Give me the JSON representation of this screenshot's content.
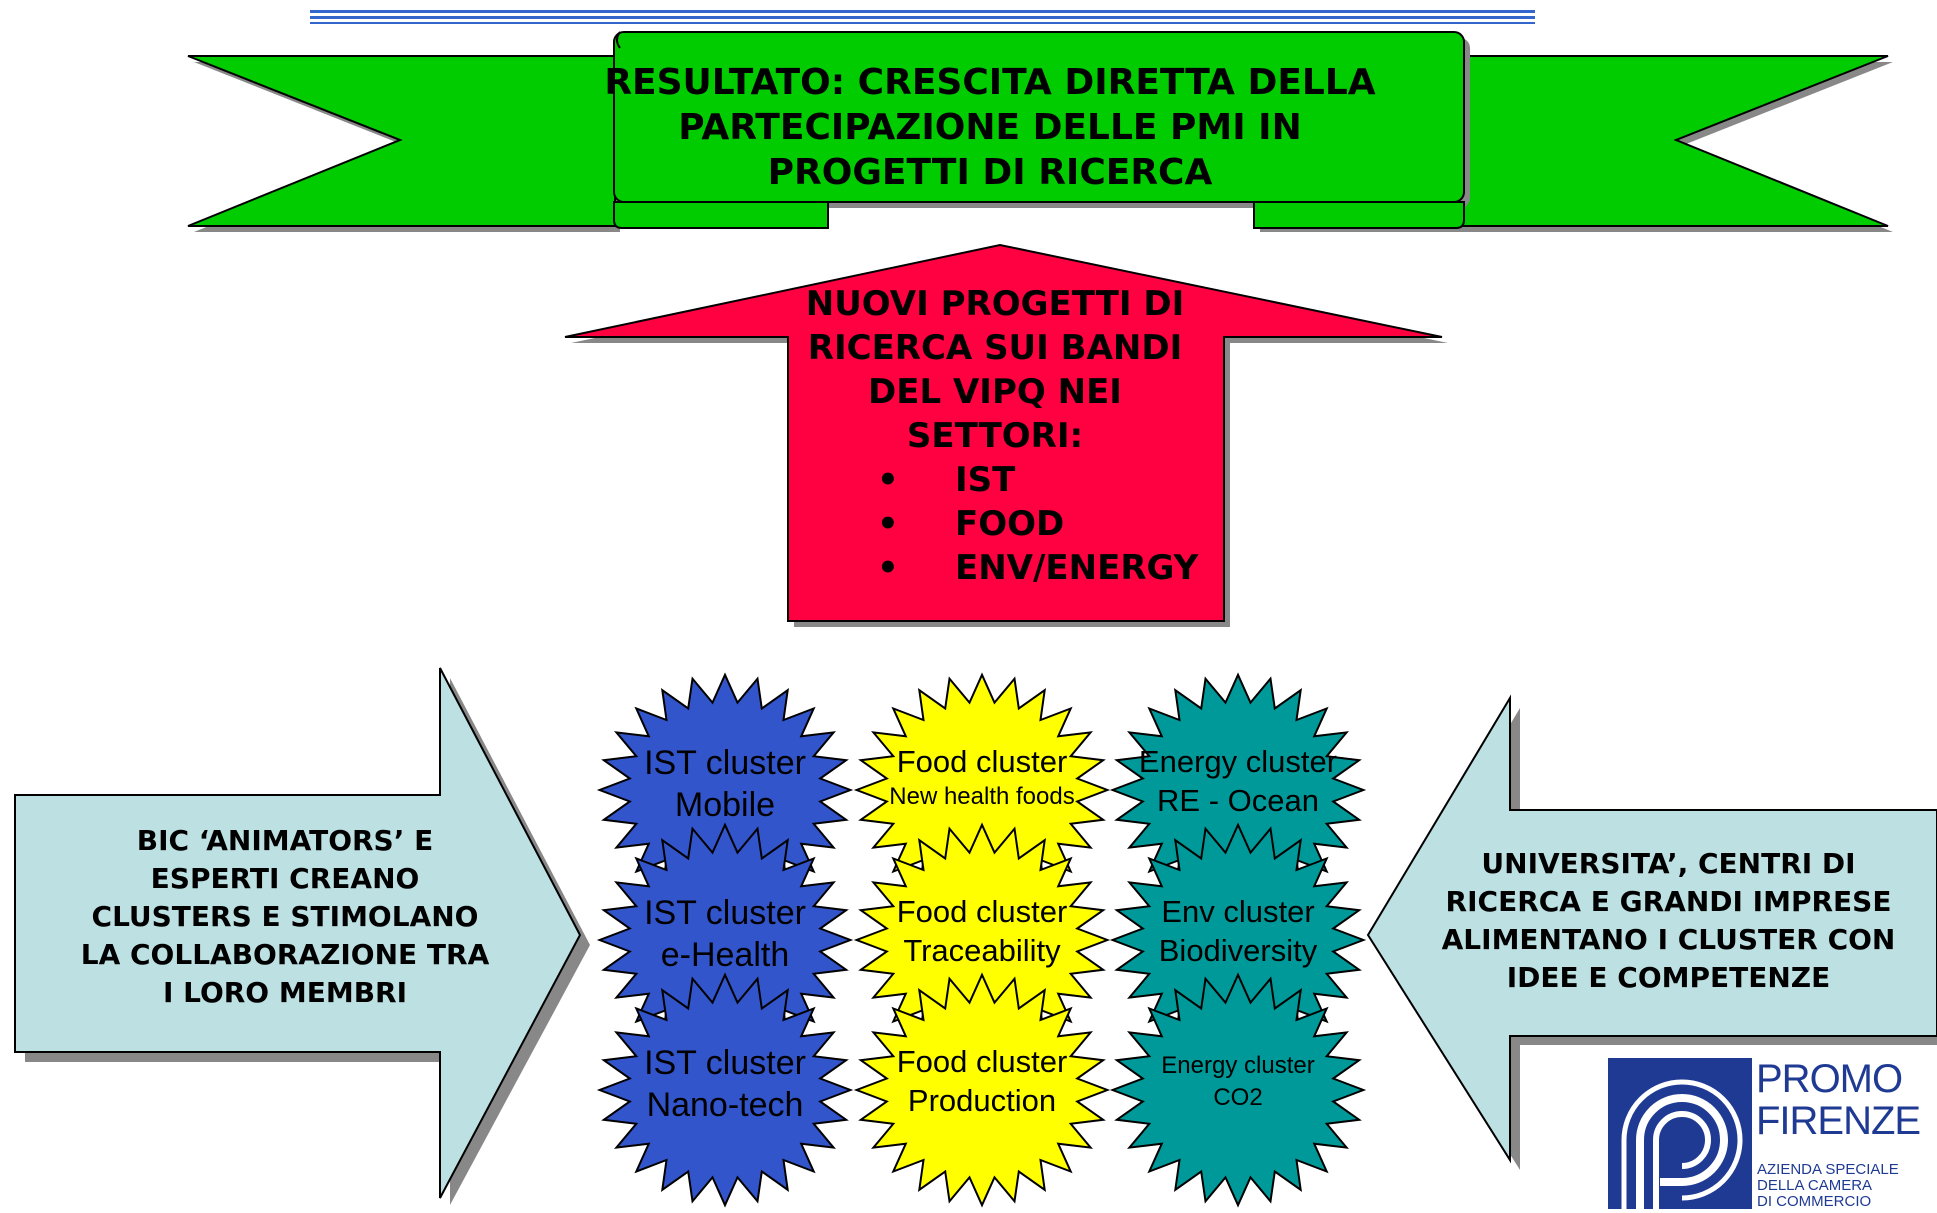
{
  "banner": {
    "lines": [
      "RESULTATO: CRESCITA DIRETTA DELLA",
      "PARTECIPAZIONE DELLE PMI IN",
      "PROGETTI DI RICERCA"
    ],
    "color": "#00cc00"
  },
  "up_arrow": {
    "lines": [
      "NUOVI PROGETTI DI",
      "RICERCA SUI BANDI",
      "DEL VIPQ NEI",
      "SETTORI:"
    ],
    "bullets": [
      "IST",
      "FOOD",
      "ENV/ENERGY"
    ],
    "bullet_symbol": "•",
    "color": "#ff0040"
  },
  "left_arrow": {
    "lines": [
      "BIC ‘ANIMATORS’ E",
      "ESPERTI CREANO",
      "CLUSTERS E STIMOLANO",
      "LA COLLABORAZIONE TRA",
      "I LORO MEMBRI"
    ],
    "color": "#bde0e3"
  },
  "right_arrow": {
    "lines": [
      "UNIVERSITA’, CENTRI DI",
      "RICERCA E GRANDI IMPRESE",
      "ALIMENTANO I CLUSTER CON",
      "IDEE E COMPETENZE"
    ],
    "color": "#bde0e3"
  },
  "clusters": [
    {
      "title": "IST cluster",
      "subtitle": "Mobile",
      "color": "#3355cc",
      "icon": "starburst"
    },
    {
      "title": "Food cluster",
      "subtitle": "New health foods",
      "color": "#ffff00",
      "icon": "starburst"
    },
    {
      "title": "Energy cluster",
      "subtitle": "RE - Ocean",
      "color": "#009999",
      "icon": "starburst"
    },
    {
      "title": "IST cluster",
      "subtitle": "e-Health",
      "color": "#3355cc",
      "icon": "starburst"
    },
    {
      "title": "Food cluster",
      "subtitle": "Traceability",
      "color": "#ffff00",
      "icon": "starburst"
    },
    {
      "title": "Env cluster",
      "subtitle": "Biodiversity",
      "color": "#009999",
      "icon": "starburst"
    },
    {
      "title": "IST cluster",
      "subtitle": "Nano-tech",
      "color": "#3355cc",
      "icon": "starburst"
    },
    {
      "title": "Food cluster",
      "subtitle": "Production",
      "color": "#ffff00",
      "icon": "starburst"
    },
    {
      "title": "Energy cluster",
      "subtitle": "CO2",
      "color": "#009999",
      "icon": "starburst"
    }
  ],
  "logo": {
    "name_line1": "PROMO",
    "name_line2": "FIRENZE",
    "tag_line1": "AZIENDA SPECIALE",
    "tag_line2": "DELLA CAMERA",
    "tag_line3": "DI COMMERCIO",
    "color": "#1f3a93",
    "icon": "promo-firenze-logo"
  },
  "decor": {
    "top_rule_color": "#3366cc"
  }
}
